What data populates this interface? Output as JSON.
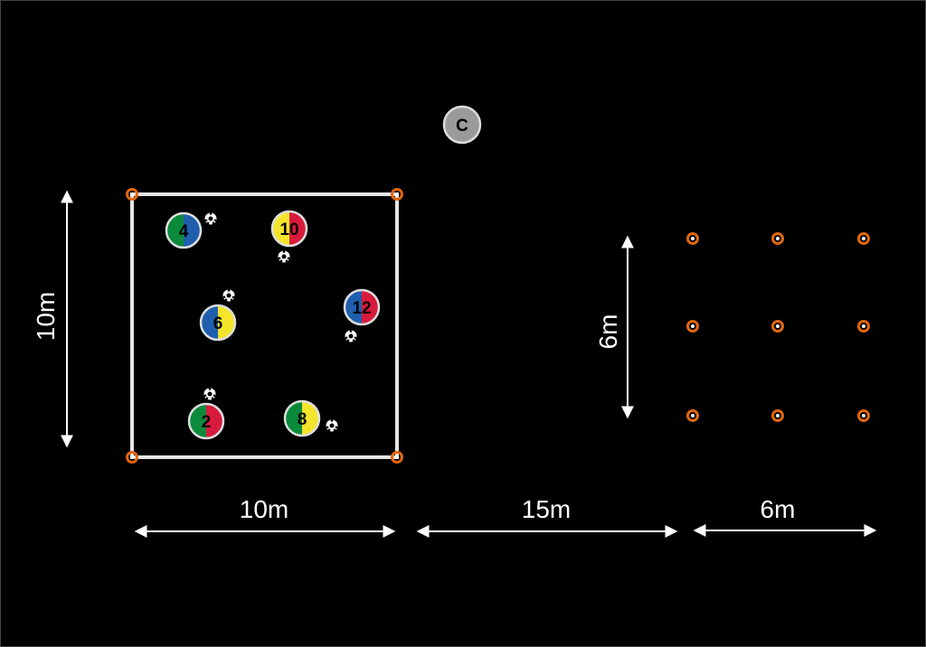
{
  "colors": {
    "green": "#0b8a3c",
    "blue": "#1f5fad",
    "yellow": "#f4e52c",
    "red": "#d81b3c",
    "cone": "#e0660f",
    "coach": "#9a9a9a"
  },
  "coach": {
    "label": "C"
  },
  "players": [
    {
      "number": "4",
      "left": "#0b8a3c",
      "right": "#1f5fad"
    },
    {
      "number": "10",
      "left": "#f4e52c",
      "right": "#d81b3c"
    },
    {
      "number": "6",
      "left": "#1f5fad",
      "right": "#f4e52c"
    },
    {
      "number": "12",
      "left": "#1f5fad",
      "right": "#d81b3c"
    },
    {
      "number": "2",
      "left": "#0b8a3c",
      "right": "#d81b3c"
    },
    {
      "number": "8",
      "left": "#0b8a3c",
      "right": "#f4e52c"
    }
  ],
  "dimensions": {
    "square_height": "10m",
    "grid_height": "6m",
    "square_width": "10m",
    "gap_width": "15m",
    "grid_width": "6m"
  }
}
